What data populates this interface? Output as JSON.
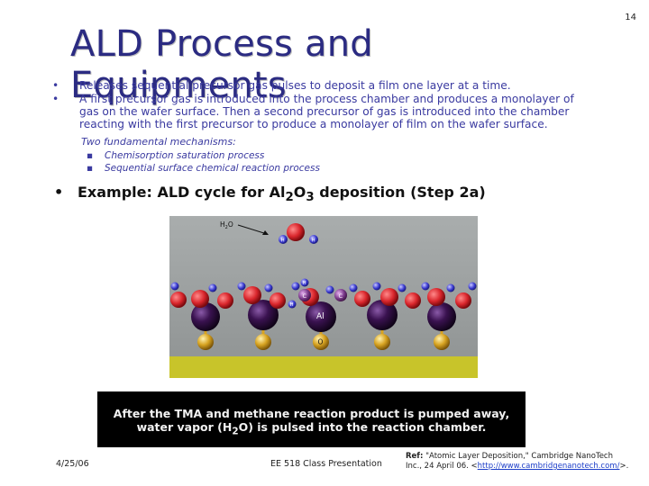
{
  "slide": {
    "page_number": "14",
    "title": "ALD Process and Equipments",
    "bullets": [
      {
        "marker": "•",
        "text": "Releases sequential precursor gas pulses to deposit a film one layer at a time."
      },
      {
        "marker": "•",
        "text": "A first precursor gas is introduced into the process chamber and produces a monolayer of gas on the wafer surface.  Then a second precursor of gas is introduced into the chamber reacting with the first precursor to produce a monolayer of film on the wafer surface."
      }
    ],
    "mechanisms": {
      "heading": "Two fundamental mechanisms:",
      "items": [
        {
          "marker": "▪",
          "text": "Chemisorption saturation process"
        },
        {
          "marker": "▪",
          "text": "Sequential surface chemical reaction process"
        }
      ]
    },
    "example": {
      "marker": "•",
      "prefix": "Example: ALD cycle for Al",
      "sub1": "2",
      "mid": "O",
      "sub2": "3",
      "suffix": " deposition (Step 2a)"
    }
  },
  "figure": {
    "h2o_label_main": "H",
    "h2o_label_sub": "2",
    "h2o_label_end": "O",
    "h_label": "H",
    "o_label": "O",
    "c_label": "C",
    "al_label": "Al",
    "colors": {
      "background": "#9fa3a3",
      "substrate": "#c8c42a",
      "oxygen": "#d9262c",
      "aluminum": "#2a0a3a",
      "hydrogen": "#3a3ad0",
      "carbon": "#7a3a8a",
      "gold": "#d7a321"
    }
  },
  "caption": {
    "line1": "After the TMA and methane reaction product is pumped away,",
    "line2_pre": "water vapor (H",
    "line2_sub": "2",
    "line2_post": "O) is pulsed into the reaction chamber."
  },
  "footer": {
    "date": "4/25/06",
    "class_label": "EE 518 Class Presentation",
    "ref_bold": "Ref:",
    "ref_text": " \"Atomic Layer Deposition,\" Cambridge NanoTech Inc., 24 April 06. <",
    "ref_link": "http://www.cambridgenanotech.com/",
    "ref_end": ">."
  }
}
